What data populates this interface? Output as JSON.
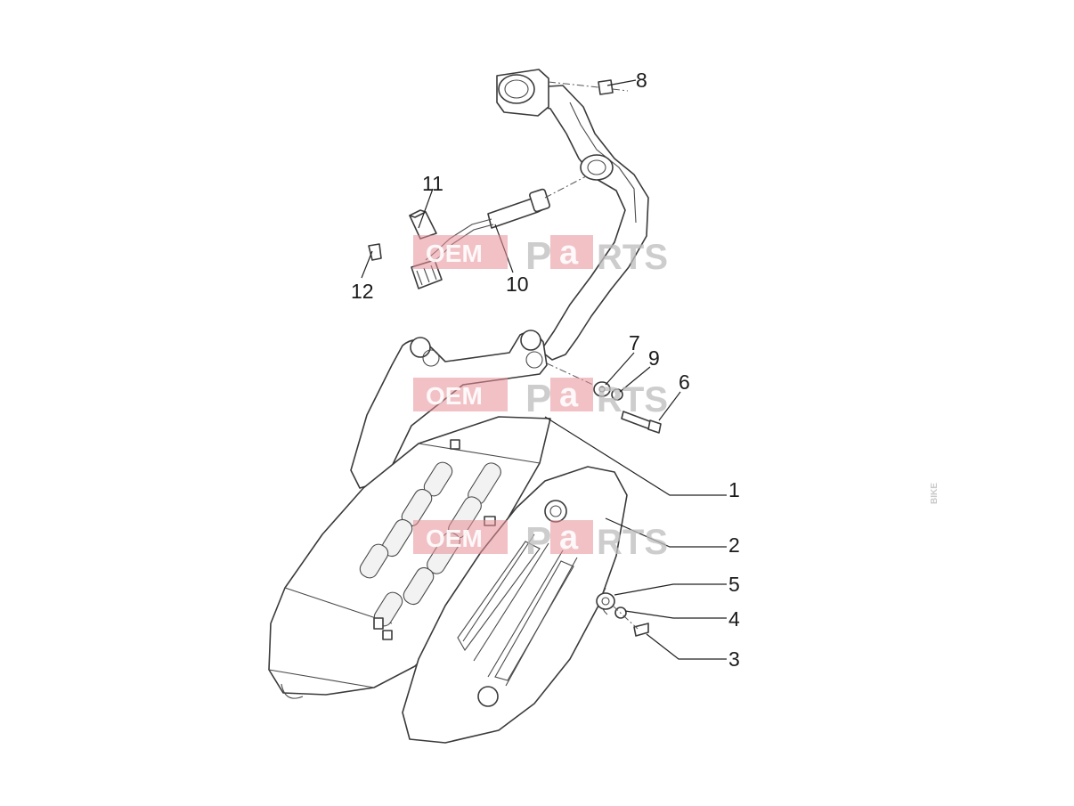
{
  "diagram": {
    "callouts": [
      {
        "id": "1",
        "label": "1"
      },
      {
        "id": "2",
        "label": "2"
      },
      {
        "id": "3",
        "label": "3"
      },
      {
        "id": "4",
        "label": "4"
      },
      {
        "id": "5",
        "label": "5"
      },
      {
        "id": "6",
        "label": "6"
      },
      {
        "id": "7",
        "label": "7"
      },
      {
        "id": "8",
        "label": "8"
      },
      {
        "id": "9",
        "label": "9"
      },
      {
        "id": "10",
        "label": "10"
      },
      {
        "id": "11",
        "label": "11"
      },
      {
        "id": "12",
        "label": "12"
      }
    ]
  },
  "watermark": {
    "word_1": "OEM",
    "word_2_prefix": "P",
    "word_2_highlight": "a",
    "word_2_suffix": "RTS",
    "vertical": "BIKE",
    "brand_color": "#e58e95"
  }
}
